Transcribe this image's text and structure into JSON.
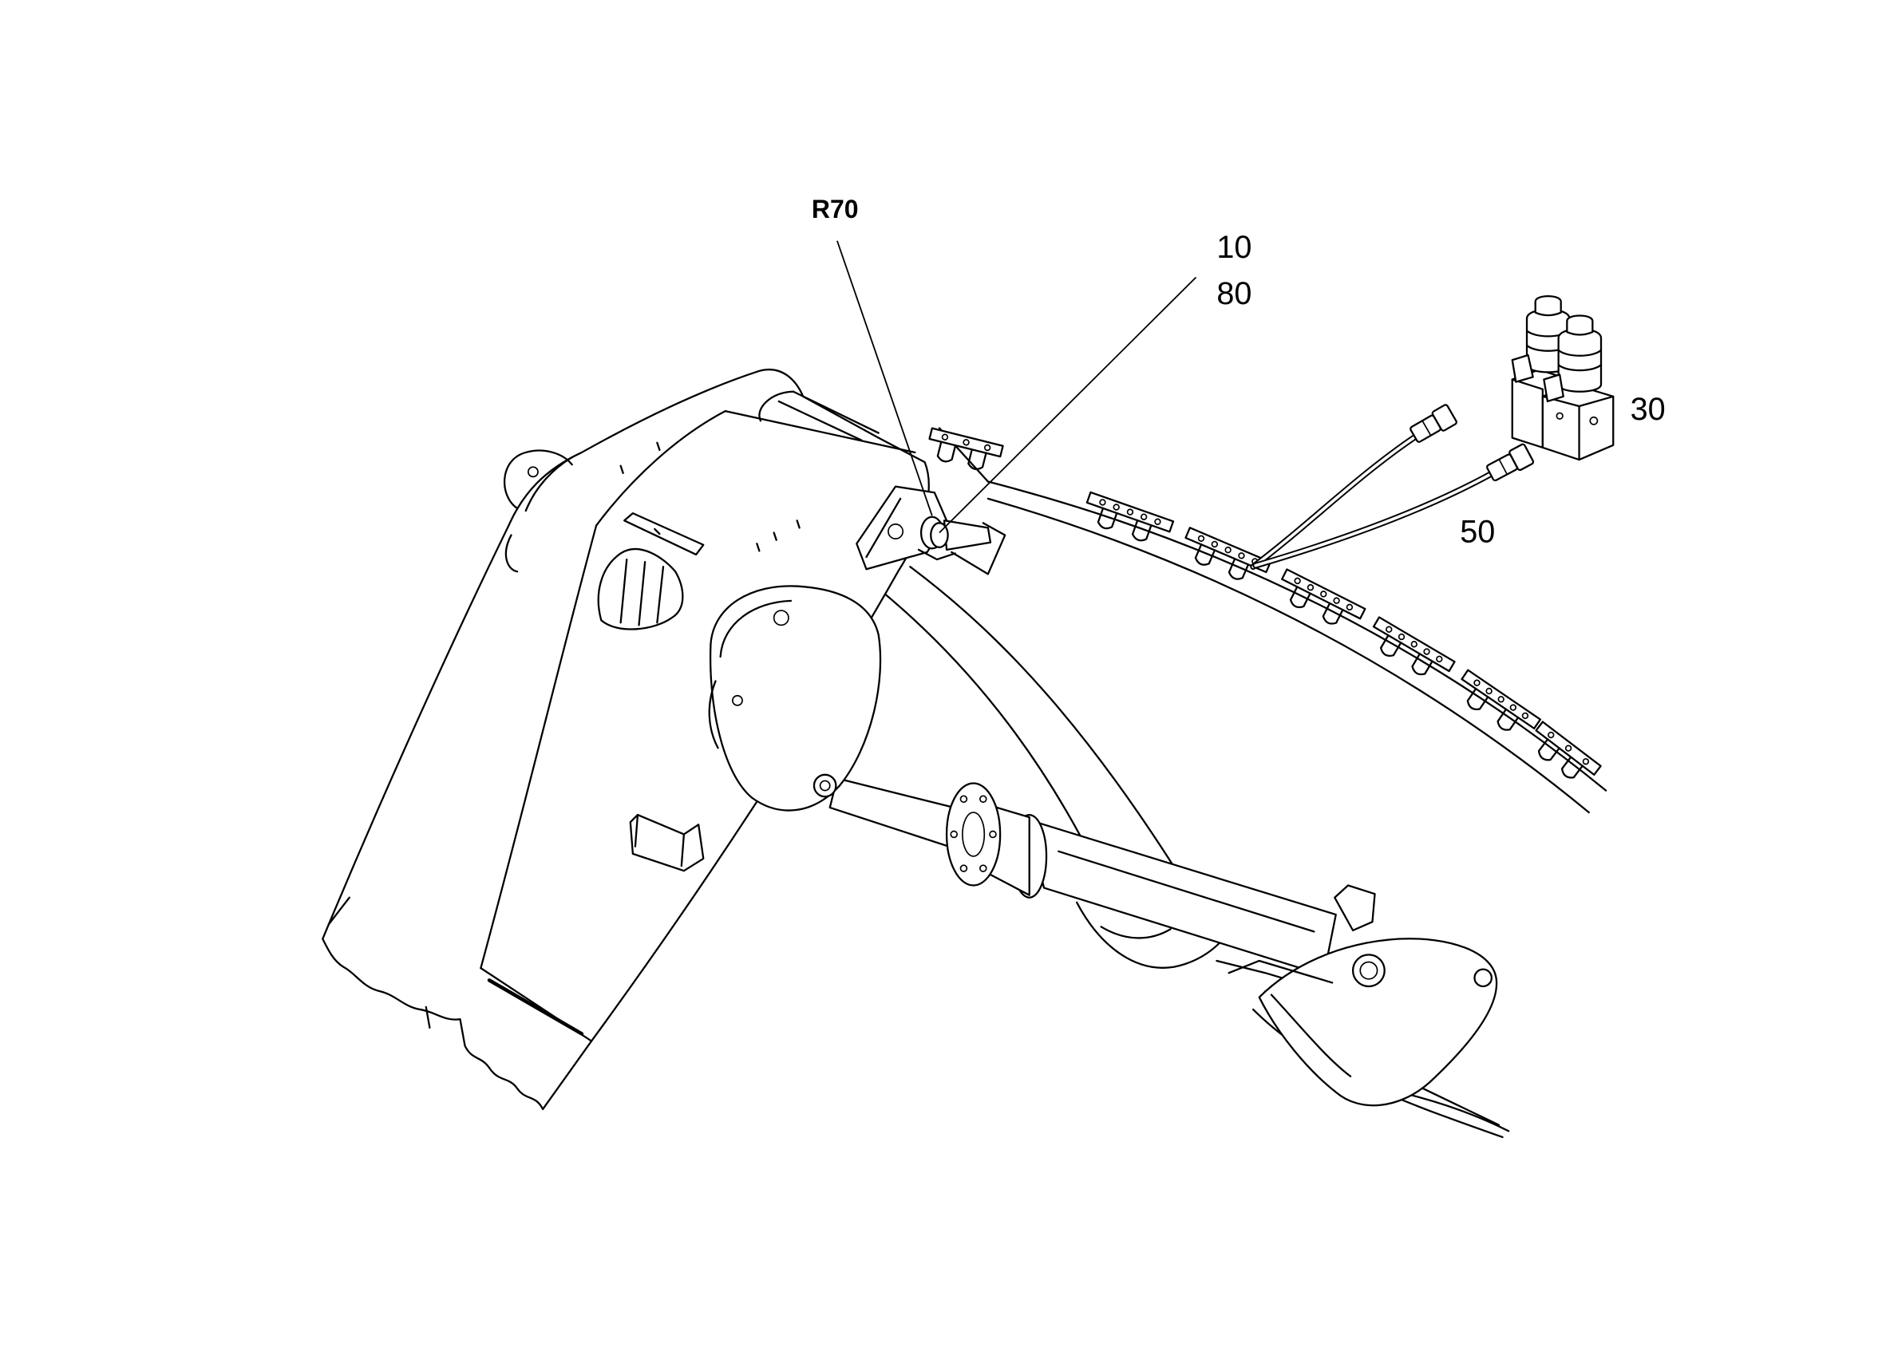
{
  "callouts": {
    "r70": "R70",
    "ref_10": "10",
    "ref_80": "80",
    "ref_30": "30",
    "ref_50": "50"
  },
  "colors": {
    "line": "#000000",
    "background": "#ffffff"
  }
}
